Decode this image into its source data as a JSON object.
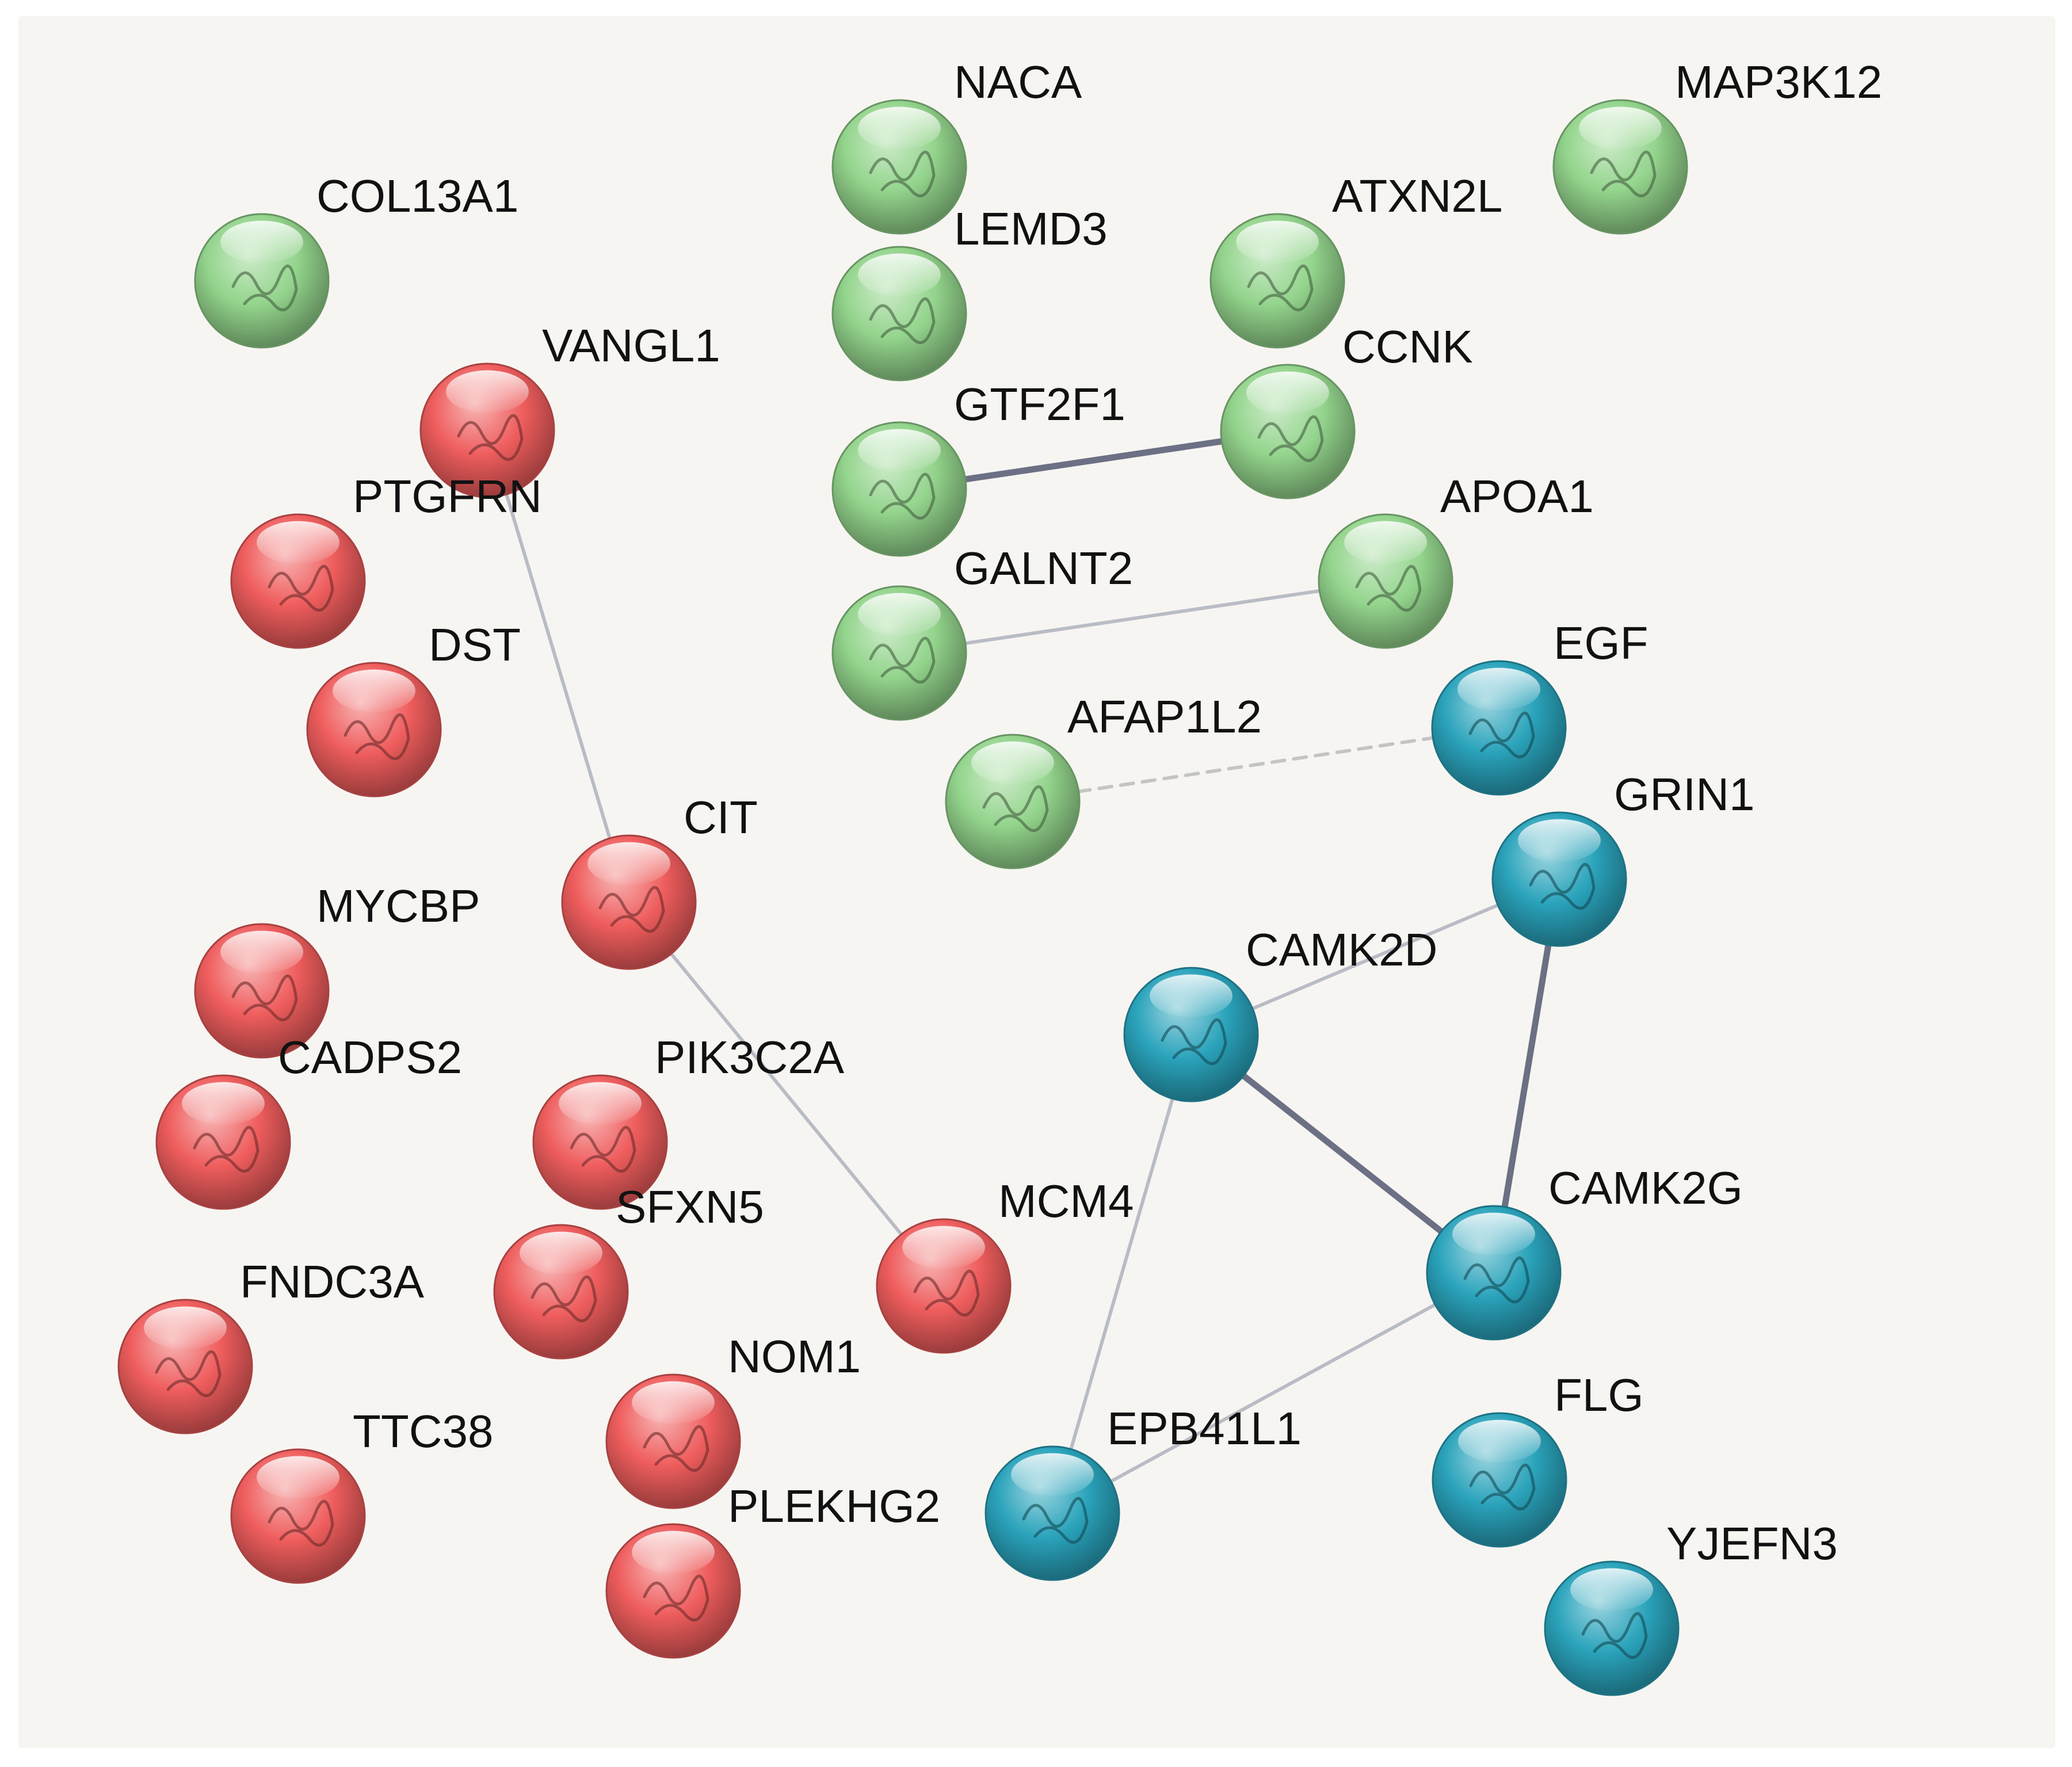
{
  "colors": {
    "background": "#f7f5f2",
    "cluster_green": "#93d48c",
    "cluster_red": "#ef5d5d",
    "cluster_blue": "#2aa3bb",
    "edge_strong": "#6c7085",
    "edge_weak": "#b9bcc4",
    "edge_dashed": "#c4c4c4"
  },
  "nodes": [
    {
      "id": "COL13A1",
      "label": "COL13A1",
      "cluster": "green"
    },
    {
      "id": "NACA",
      "label": "NACA",
      "cluster": "green"
    },
    {
      "id": "MAP3K12",
      "label": "MAP3K12",
      "cluster": "green"
    },
    {
      "id": "LEMD3",
      "label": "LEMD3",
      "cluster": "green"
    },
    {
      "id": "ATXN2L",
      "label": "ATXN2L",
      "cluster": "green"
    },
    {
      "id": "CCNK",
      "label": "CCNK",
      "cluster": "green"
    },
    {
      "id": "GTF2F1",
      "label": "GTF2F1",
      "cluster": "green"
    },
    {
      "id": "APOA1",
      "label": "APOA1",
      "cluster": "green"
    },
    {
      "id": "GALNT2",
      "label": "GALNT2",
      "cluster": "green"
    },
    {
      "id": "AFAP1L2",
      "label": "AFAP1L2",
      "cluster": "green"
    },
    {
      "id": "VANGL1",
      "label": "VANGL1",
      "cluster": "red"
    },
    {
      "id": "PTGFRN",
      "label": "PTGFRN",
      "cluster": "red"
    },
    {
      "id": "DST",
      "label": "DST",
      "cluster": "red"
    },
    {
      "id": "CIT",
      "label": "CIT",
      "cluster": "red"
    },
    {
      "id": "MYCBP",
      "label": "MYCBP",
      "cluster": "red"
    },
    {
      "id": "CADPS2",
      "label": "CADPS2",
      "cluster": "red"
    },
    {
      "id": "PIK3C2A",
      "label": "PIK3C2A",
      "cluster": "red"
    },
    {
      "id": "SFXN5",
      "label": "SFXN5",
      "cluster": "red"
    },
    {
      "id": "MCM4",
      "label": "MCM4",
      "cluster": "red"
    },
    {
      "id": "FNDC3A",
      "label": "FNDC3A",
      "cluster": "red"
    },
    {
      "id": "NOM1",
      "label": "NOM1",
      "cluster": "red"
    },
    {
      "id": "TTC38",
      "label": "TTC38",
      "cluster": "red"
    },
    {
      "id": "PLEKHG2",
      "label": "PLEKHG2",
      "cluster": "red"
    },
    {
      "id": "EGF",
      "label": "EGF",
      "cluster": "blue"
    },
    {
      "id": "GRIN1",
      "label": "GRIN1",
      "cluster": "blue"
    },
    {
      "id": "CAMK2D",
      "label": "CAMK2D",
      "cluster": "blue"
    },
    {
      "id": "CAMK2G",
      "label": "CAMK2G",
      "cluster": "blue"
    },
    {
      "id": "EPB41L1",
      "label": "EPB41L1",
      "cluster": "blue"
    },
    {
      "id": "FLG",
      "label": "FLG",
      "cluster": "blue"
    },
    {
      "id": "YJEFN3",
      "label": "YJEFN3",
      "cluster": "blue"
    }
  ],
  "edges": [
    {
      "source": "GTF2F1",
      "target": "CCNK",
      "strength": "strong"
    },
    {
      "source": "GALNT2",
      "target": "APOA1",
      "strength": "weak"
    },
    {
      "source": "AFAP1L2",
      "target": "EGF",
      "strength": "dashed"
    },
    {
      "source": "VANGL1",
      "target": "CIT",
      "strength": "weak"
    },
    {
      "source": "CIT",
      "target": "MCM4",
      "strength": "weak"
    },
    {
      "source": "GRIN1",
      "target": "CAMK2D",
      "strength": "weak"
    },
    {
      "source": "GRIN1",
      "target": "CAMK2G",
      "strength": "strong"
    },
    {
      "source": "CAMK2D",
      "target": "CAMK2G",
      "strength": "strong"
    },
    {
      "source": "CAMK2D",
      "target": "EPB41L1",
      "strength": "weak"
    },
    {
      "source": "CAMK2G",
      "target": "EPB41L1",
      "strength": "weak"
    }
  ]
}
